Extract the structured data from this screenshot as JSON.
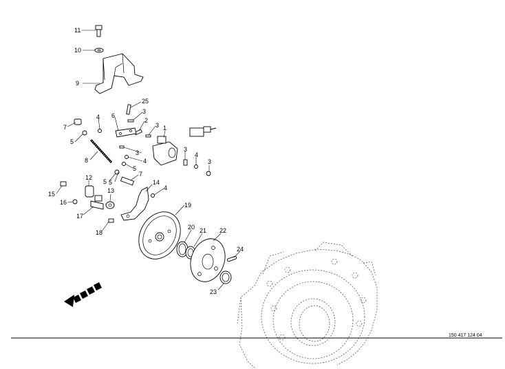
{
  "drawing": {
    "reference_number": "150 417 124 04",
    "callouts": [
      "11",
      "10",
      "9",
      "25",
      "3",
      "2",
      "3",
      "6",
      "4",
      "7",
      "5",
      "8",
      "1",
      "3",
      "4",
      "3",
      "4",
      "5",
      "5",
      "3",
      "7",
      "4",
      "12",
      "14",
      "5",
      "15",
      "16",
      "13",
      "17",
      "18",
      "19",
      "20",
      "21",
      "22",
      "24",
      "23"
    ],
    "direction_arrow_icon": "direction-arrow-icon"
  }
}
